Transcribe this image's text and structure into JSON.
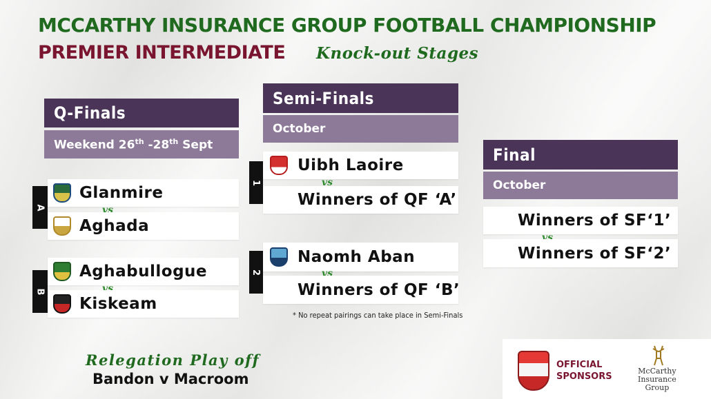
{
  "header": {
    "line1": "MCCARTHY INSURANCE GROUP FOOTBALL CHAMPIONSHIP",
    "line2": "PREMIER INTERMEDIATE",
    "line3": "Knock-out Stages"
  },
  "quarter_finals": {
    "title": "Q-Finals",
    "date_parts": [
      "Weekend 26",
      "th",
      " -28",
      "th",
      " Sept"
    ],
    "matches": [
      {
        "tag": "A",
        "home": "Glanmire",
        "vs": "vs",
        "away": "Aghada"
      },
      {
        "tag": "B",
        "home": "Aghabullogue",
        "vs": "vs",
        "away": "Kiskeam"
      }
    ]
  },
  "semi_finals": {
    "title": "Semi-Finals",
    "date": "October",
    "matches": [
      {
        "tag": "1",
        "home": "Uibh Laoire",
        "vs": "vs",
        "away": "Winners of QF ‘A’"
      },
      {
        "tag": "2",
        "home": "Naomh Aban",
        "vs": "vs",
        "away": "Winners of QF ‘B’"
      }
    ],
    "note": "* No repeat pairings can take place in Semi-Finals"
  },
  "final": {
    "title": "Final",
    "date": "October",
    "home": "Winners of SF‘1’",
    "vs": "vs",
    "away": "Winners of SF‘2’"
  },
  "relegation": {
    "title": "Relegation Play off",
    "match": "Bandon v Macroom"
  },
  "sponsors": {
    "label_line1": "OFFICIAL",
    "label_line2": "SPONSORS",
    "logo_lines": [
      "McCarthy",
      "Insurance",
      "Group"
    ]
  },
  "colors": {
    "green": "#1f6a1f",
    "maroon": "#7a1530",
    "purple_dark": "#4a3458",
    "purple_light": "#8d7a98"
  }
}
